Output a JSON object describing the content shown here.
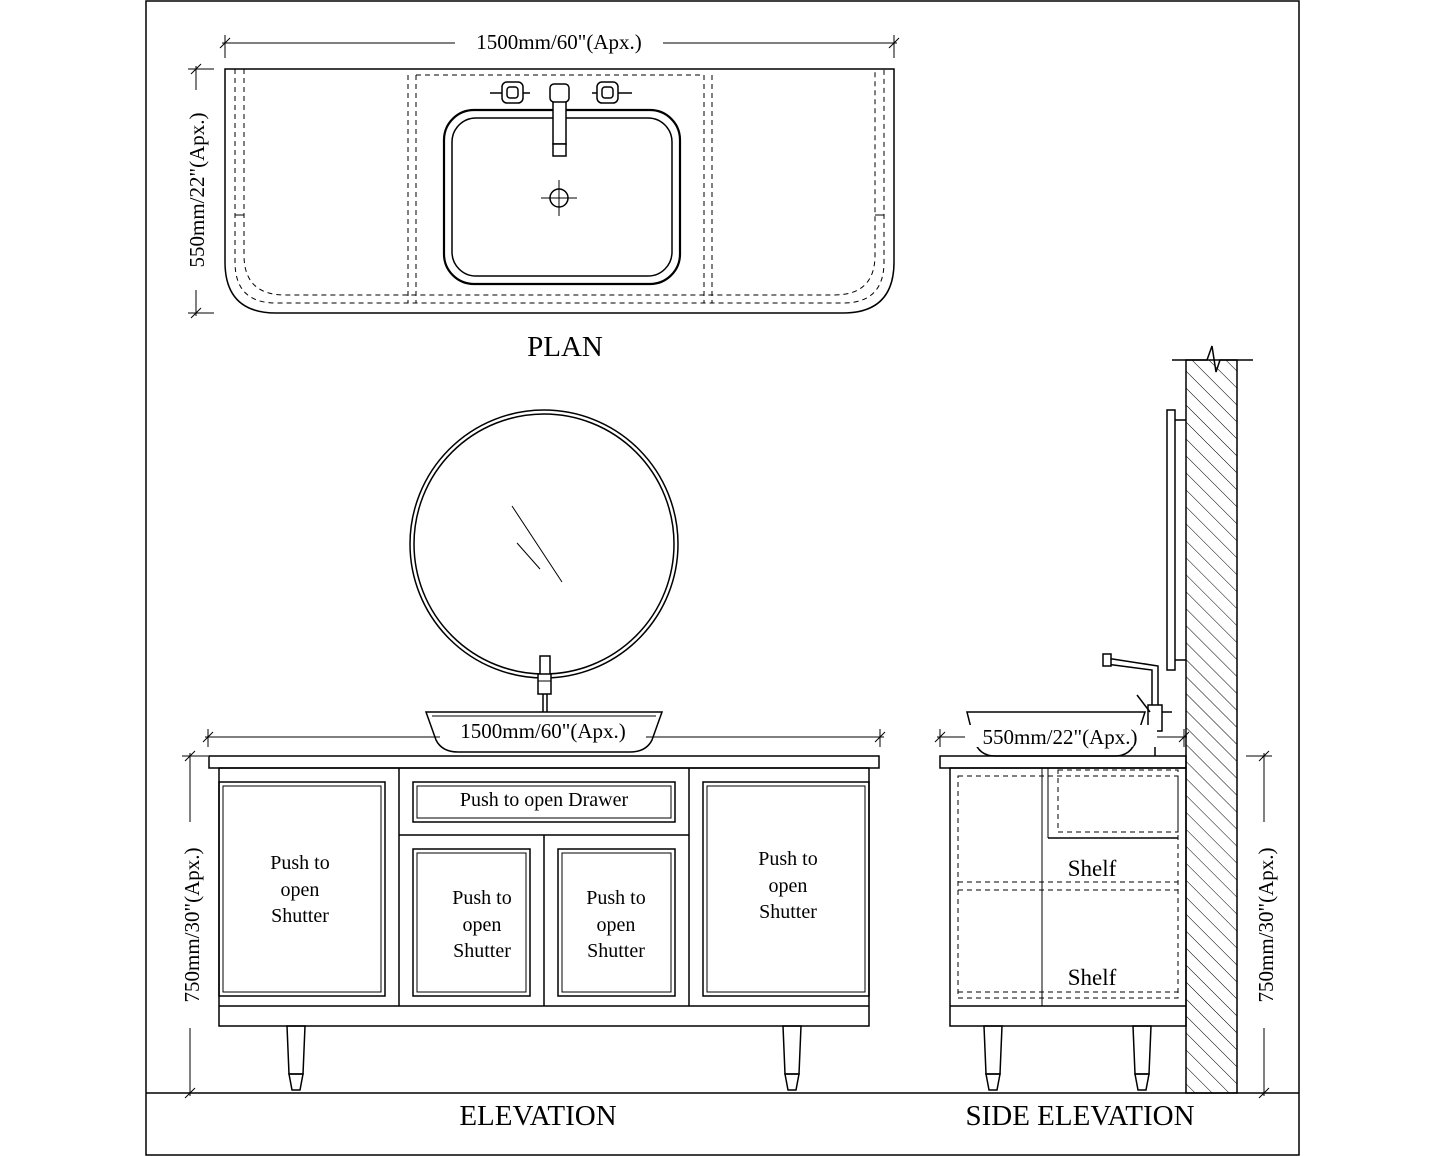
{
  "plan": {
    "title": "PLAN",
    "width_dim": "1500mm/60\"(Apx.)",
    "depth_dim": "550mm/22\"(Apx.)"
  },
  "elevation": {
    "title": "ELEVATION",
    "width_dim": "1500mm/60\"(Apx.)",
    "height_dim": "750mm/30\"(Apx.)",
    "drawer_label": "Push to open Drawer",
    "shutter_labels": [
      [
        "Push to",
        "open",
        "Shutter"
      ],
      [
        "Push to",
        "open",
        "Shutter"
      ],
      [
        "Push to",
        "open",
        "Shutter"
      ],
      [
        "Push to",
        "open",
        "Shutter"
      ]
    ]
  },
  "side_elevation": {
    "title": "SIDE ELEVATION",
    "depth_dim": "550mm/22\"(Apx.)",
    "height_dim": "750mm/30\"(Apx.)",
    "shelf_labels": [
      "Shelf",
      "Shelf"
    ]
  }
}
